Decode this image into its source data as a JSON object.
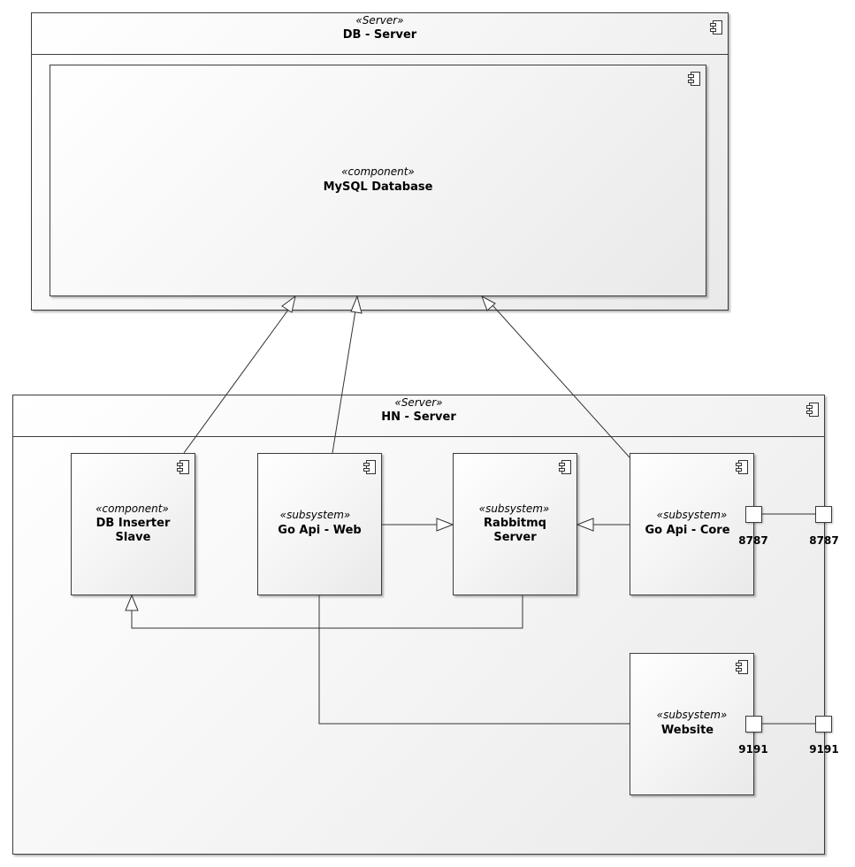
{
  "db_server": {
    "stereotype": "«Server»",
    "name": "DB - Server"
  },
  "mysql": {
    "stereotype": "«component»",
    "name": "MySQL Database"
  },
  "hn_server": {
    "stereotype": "«Server»",
    "name": "HN - Server"
  },
  "db_inserter": {
    "stereotype": "«component»",
    "name_line1": "DB Inserter",
    "name_line2": "Slave"
  },
  "go_api_web": {
    "stereotype": "«subsystem»",
    "name": "Go Api - Web"
  },
  "rabbitmq": {
    "stereotype": "«subsystem»",
    "name_line1": "Rabbitmq",
    "name_line2": "Server"
  },
  "go_api_core": {
    "stereotype": "«subsystem»",
    "name": "Go Api - Core"
  },
  "website": {
    "stereotype": "«subsystem»",
    "name": "Website"
  },
  "ports": {
    "core_inner": "8787",
    "core_outer": "8787",
    "website_inner": "9191",
    "website_outer": "9191"
  }
}
